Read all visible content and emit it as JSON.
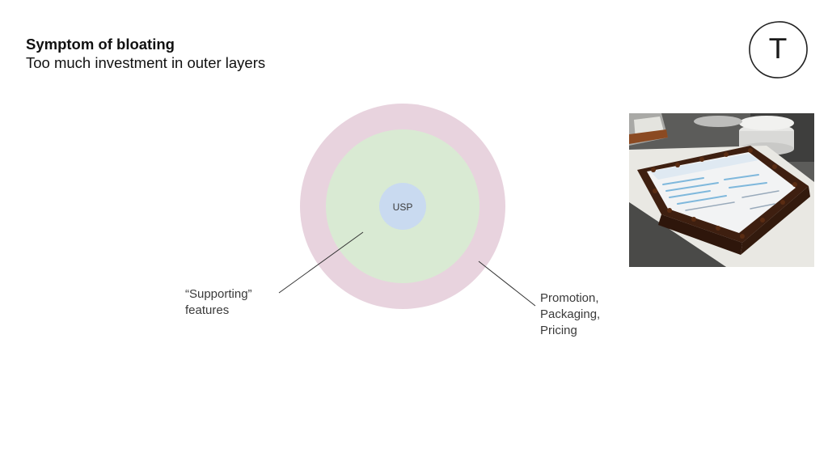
{
  "slide": {
    "title": "Symptom of bloating",
    "subtitle": "Too much investment in outer layers",
    "logo_letter": "T"
  },
  "diagram": {
    "layers": [
      {
        "name": "outer",
        "color": "#e8d3de"
      },
      {
        "name": "middle",
        "color": "#d9ead3"
      },
      {
        "name": "core",
        "label": "USP",
        "color": "#c9daf0"
      }
    ],
    "callouts": {
      "supporting": [
        "“Supporting”",
        "features"
      ],
      "outer": [
        "Promotion,",
        "Packaging,",
        "Pricing"
      ]
    }
  },
  "photo": {
    "icon": "cake-photo"
  }
}
